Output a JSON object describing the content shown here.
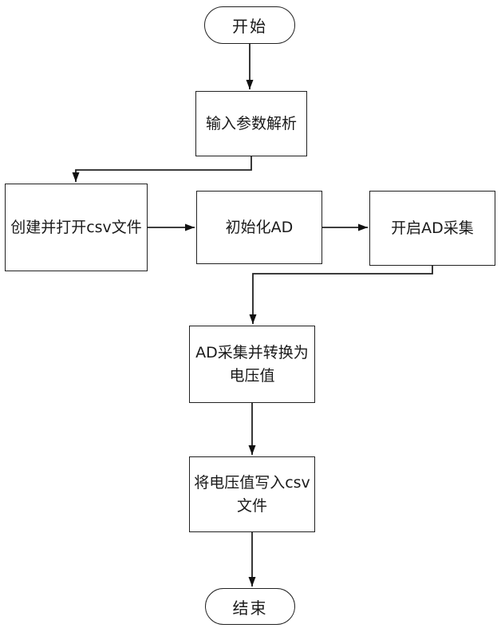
{
  "diagram": {
    "background_color": "#ffffff",
    "stroke_color": "#222222",
    "text_color": "#1a1a1a",
    "nodes": [
      {
        "id": "start",
        "type": "terminator",
        "label": "开始"
      },
      {
        "id": "parse-input",
        "type": "process",
        "label": "输入参数解析"
      },
      {
        "id": "create-csv",
        "type": "process",
        "label": "创建并打开csv文件"
      },
      {
        "id": "init-ad",
        "type": "process",
        "label": "初始化AD"
      },
      {
        "id": "start-ad",
        "type": "process",
        "label": "开启AD采集"
      },
      {
        "id": "ad-convert",
        "type": "process",
        "label": "AD采集并转换为电压值"
      },
      {
        "id": "write-csv",
        "type": "process",
        "label": "将电压值写入csv文件"
      },
      {
        "id": "end",
        "type": "terminator",
        "label": "结束"
      }
    ],
    "edges": [
      {
        "from": "start",
        "to": "parse-input"
      },
      {
        "from": "parse-input",
        "to": "create-csv"
      },
      {
        "from": "create-csv",
        "to": "init-ad"
      },
      {
        "from": "init-ad",
        "to": "start-ad"
      },
      {
        "from": "start-ad",
        "to": "ad-convert"
      },
      {
        "from": "ad-convert",
        "to": "write-csv"
      },
      {
        "from": "write-csv",
        "to": "end"
      }
    ]
  }
}
